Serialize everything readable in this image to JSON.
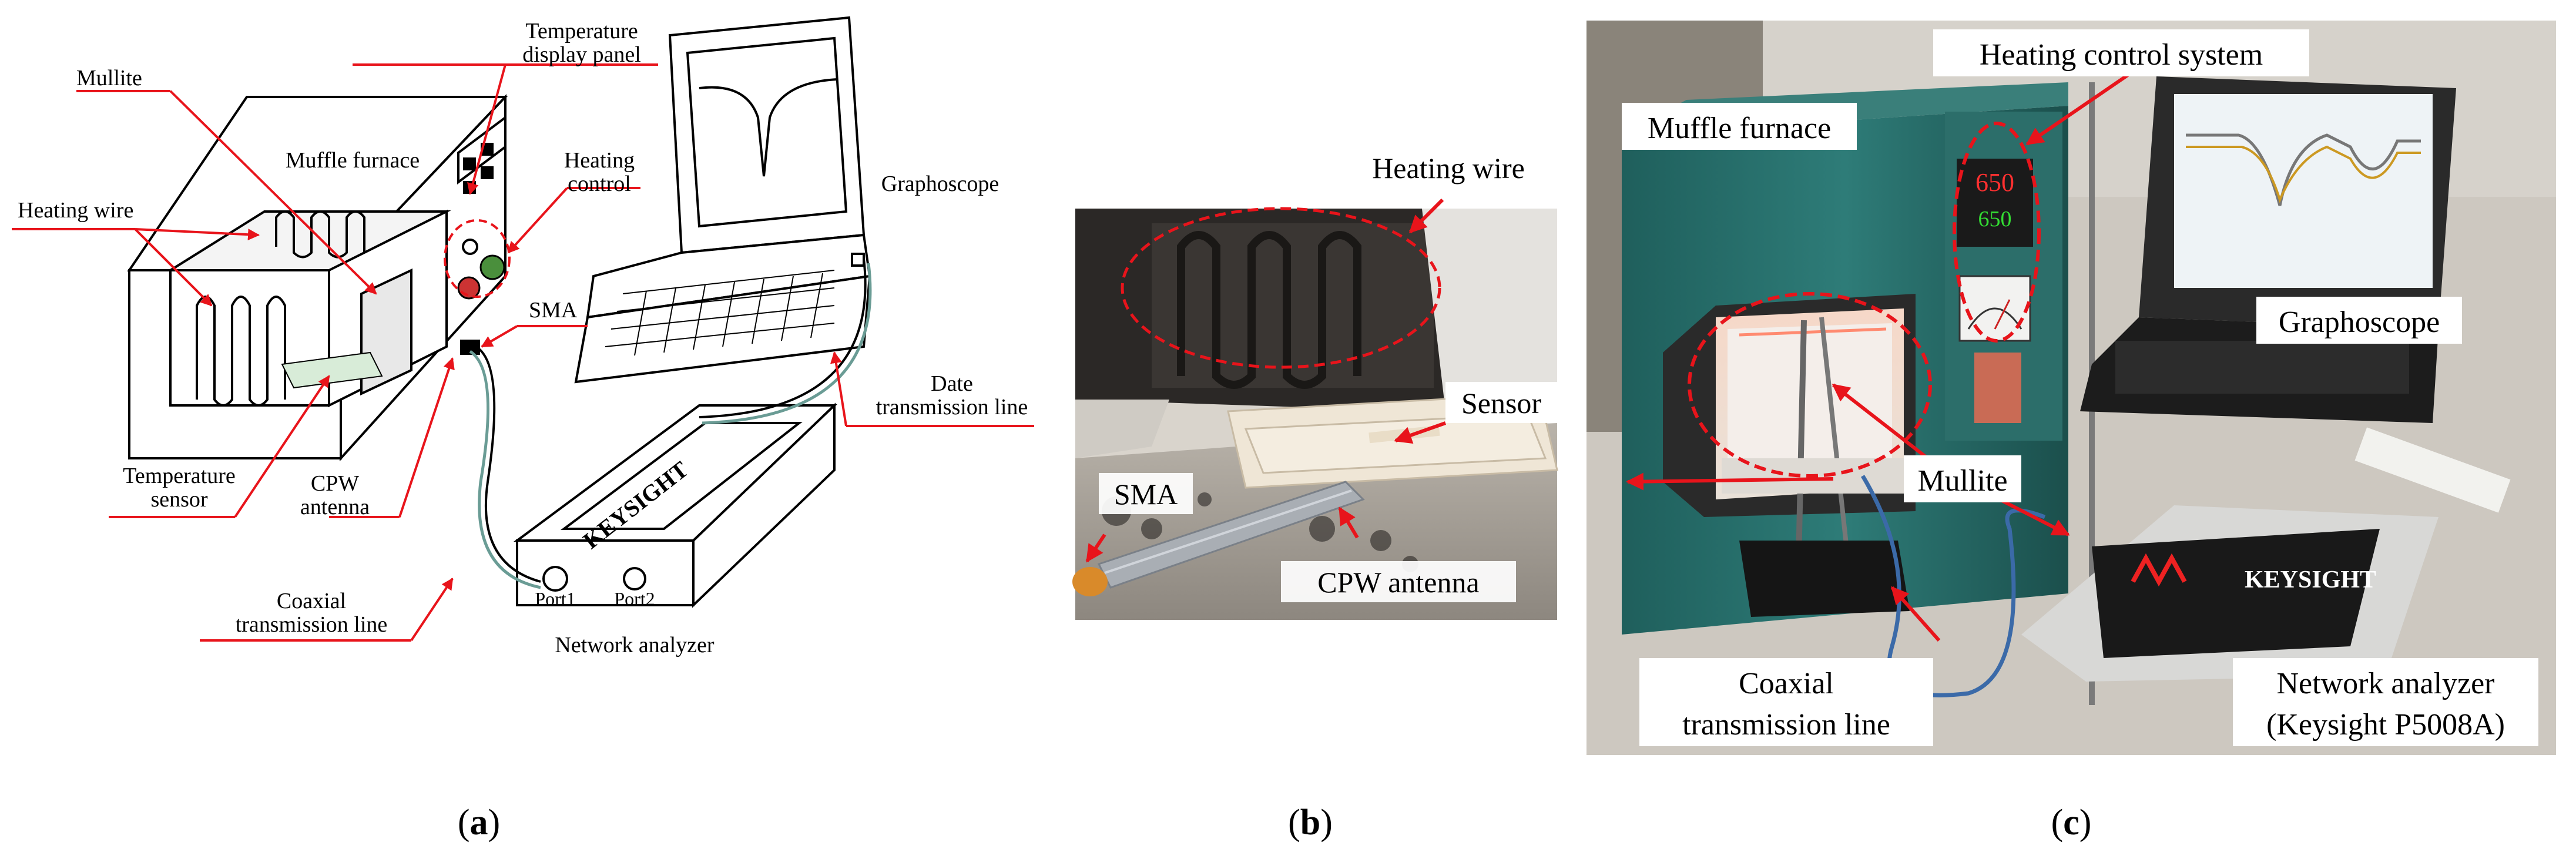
{
  "panel_a": {
    "labels": {
      "mullite": "Mullite",
      "temp_display_1": "Temperature",
      "temp_display_2": "display panel",
      "muffle_furnace": "Muffle furnace",
      "heating_control_1": "Heating",
      "heating_control_2": "control",
      "heating_wire": "Heating wire",
      "sma": "SMA",
      "graphoscope": "Graphoscope",
      "temperature_sensor_1": "Temperature",
      "temperature_sensor_2": "sensor",
      "cpw_antenna_1": "CPW",
      "cpw_antenna_2": "antenna",
      "date_line_1": "Date",
      "date_line_2": "transmission line",
      "coaxial_1": "Coaxial",
      "coaxial_2": "transmission line",
      "keysight": "KEYSIGHT",
      "port1": "Port1",
      "port2": "Port2",
      "network_analyzer": "Network analyzer"
    },
    "caption": "a"
  },
  "panel_b": {
    "labels": {
      "heating_wire": "Heating wire",
      "sensor": "Sensor",
      "sma": "SMA",
      "cpw_antenna": "CPW antenna"
    },
    "caption": "b"
  },
  "panel_c": {
    "labels": {
      "heating_control_system": "Heating control system",
      "muffle_furnace": "Muffle furnace",
      "graphoscope": "Graphoscope",
      "mullite": "Mullite",
      "coaxial_1": "Coaxial",
      "coaxial_2": "transmission line",
      "network_analyzer_1": "Network analyzer",
      "network_analyzer_2": "(Keysight P5008A)",
      "keysight": "KEYSIGHT",
      "display_value_1": "650",
      "display_value_2": "650"
    },
    "caption": "c"
  },
  "colors": {
    "annotation": "#e8141b"
  }
}
